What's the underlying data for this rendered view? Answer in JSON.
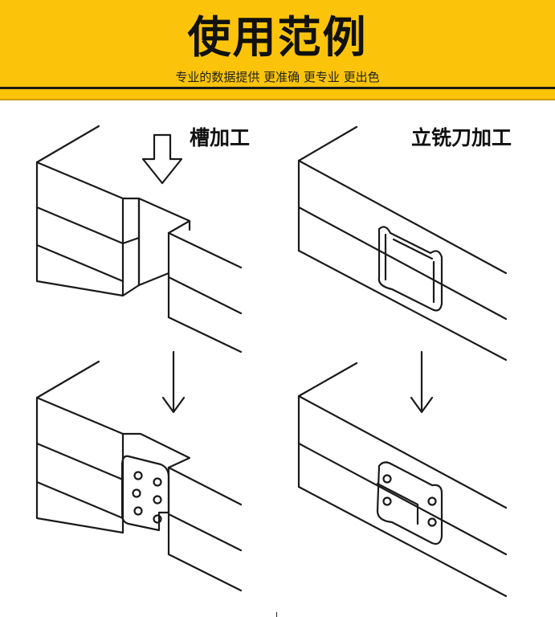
{
  "banner": {
    "title": "使用范例",
    "subtitle": "专业的数据提供 更准确 更专业 更出色",
    "background_color": "#fbc40a"
  },
  "panels": [
    {
      "label": "槽加工",
      "icon": "down-arrow-outline-icon"
    },
    {
      "label": "立铣刀加工",
      "icon": "down-arrow-icon"
    }
  ],
  "colors": {
    "line": "#1a1a1a",
    "banner": "#fbc40a"
  }
}
